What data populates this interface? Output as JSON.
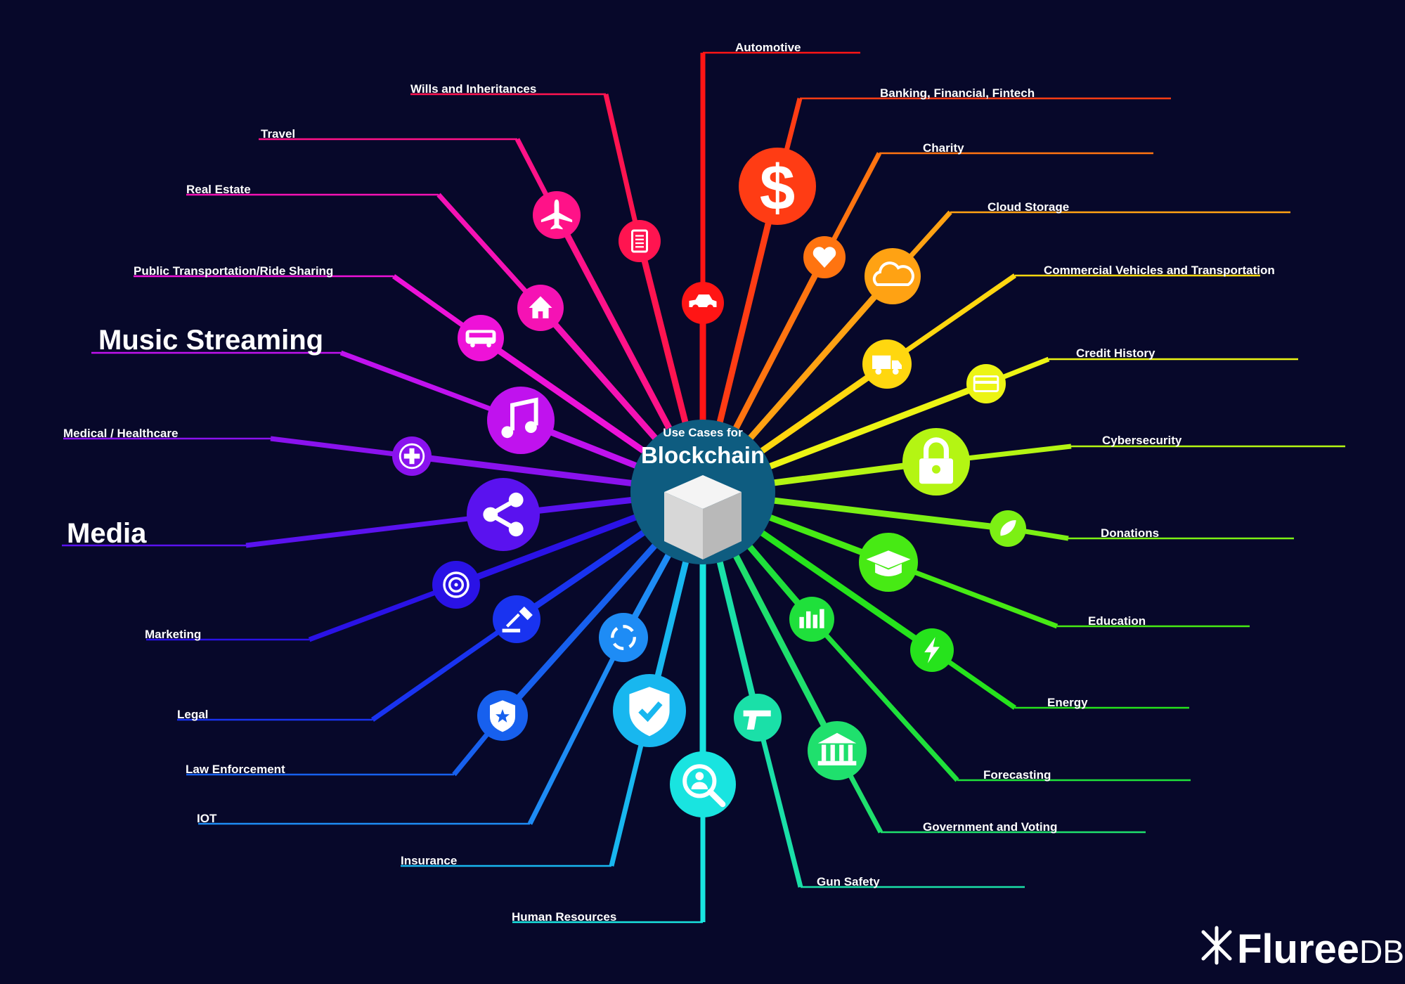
{
  "center": {
    "subtitle": "Use Cases for",
    "title": "Blockchain",
    "icon": "cube-icon",
    "color": "#0e5c80"
  },
  "brand": {
    "name": "Fluree",
    "suffix": "DB",
    "icon": "fluree-logo-icon"
  },
  "spokes": [
    {
      "id": "automotive",
      "label": "Automotive",
      "icon": "car-icon",
      "color": "#ff1515"
    },
    {
      "id": "banking",
      "label": "Banking, Financial, Fintech",
      "icon": "dollar-icon",
      "color": "#ff3c14"
    },
    {
      "id": "charity",
      "label": "Charity",
      "icon": "heart-icon",
      "color": "#ff7410"
    },
    {
      "id": "cloud-storage",
      "label": "Cloud Storage",
      "icon": "cloud-icon",
      "color": "#ffa213"
    },
    {
      "id": "commercial-vehicles",
      "label": "Commercial Vehicles and Transportation",
      "icon": "truck-icon",
      "color": "#ffd70f"
    },
    {
      "id": "credit-history",
      "label": "Credit History",
      "icon": "credit-card-icon",
      "color": "#ecf414"
    },
    {
      "id": "cybersecurity",
      "label": "Cybersecurity",
      "icon": "padlock-icon",
      "color": "#b4f513"
    },
    {
      "id": "donations",
      "label": "Donations",
      "icon": "hand-leaf-icon",
      "color": "#7cf014"
    },
    {
      "id": "education",
      "label": "Education",
      "icon": "graduation-cap-icon",
      "color": "#47ea14"
    },
    {
      "id": "energy",
      "label": "Energy",
      "icon": "lightning-icon",
      "color": "#26e31c"
    },
    {
      "id": "forecasting",
      "label": "Forecasting",
      "icon": "bar-chart-icon",
      "color": "#1fe03b"
    },
    {
      "id": "government-voting",
      "label": "Government and Voting",
      "icon": "government-building-icon",
      "color": "#1fe06d"
    },
    {
      "id": "gun-safety",
      "label": "Gun Safety",
      "icon": "gun-icon",
      "color": "#1ae0a8"
    },
    {
      "id": "human-resources",
      "label": "Human Resources",
      "icon": "person-search-icon",
      "color": "#19e4e0"
    },
    {
      "id": "insurance",
      "label": "Insurance",
      "icon": "shield-check-icon",
      "color": "#18b7ef"
    },
    {
      "id": "iot",
      "label": "IOT",
      "icon": "iot-ring-icon",
      "color": "#1e8cf5"
    },
    {
      "id": "law-enforcement",
      "label": "Law Enforcement",
      "icon": "police-badge-icon",
      "color": "#1760ee"
    },
    {
      "id": "legal",
      "label": "Legal",
      "icon": "gavel-icon",
      "color": "#1933f0"
    },
    {
      "id": "marketing",
      "label": "Marketing",
      "icon": "target-icon",
      "color": "#2a12e6"
    },
    {
      "id": "media",
      "label": "Media",
      "icon": "share-icon",
      "color": "#5a12ef"
    },
    {
      "id": "medical",
      "label": "Medical / Healthcare",
      "icon": "medical-cross-icon",
      "color": "#8a12ee"
    },
    {
      "id": "music-streaming",
      "label": "Music Streaming",
      "icon": "music-note-icon",
      "color": "#c012ee"
    },
    {
      "id": "public-transport",
      "label": "Public Transportation/Ride Sharing",
      "icon": "bus-icon",
      "color": "#ee12d8"
    },
    {
      "id": "real-estate",
      "label": "Real Estate",
      "icon": "house-icon",
      "color": "#f512b4"
    },
    {
      "id": "travel",
      "label": "Travel",
      "icon": "airplane-icon",
      "color": "#ff1288"
    },
    {
      "id": "wills",
      "label": "Wills and Inheritances",
      "icon": "document-icon",
      "color": "#ff1450"
    }
  ]
}
